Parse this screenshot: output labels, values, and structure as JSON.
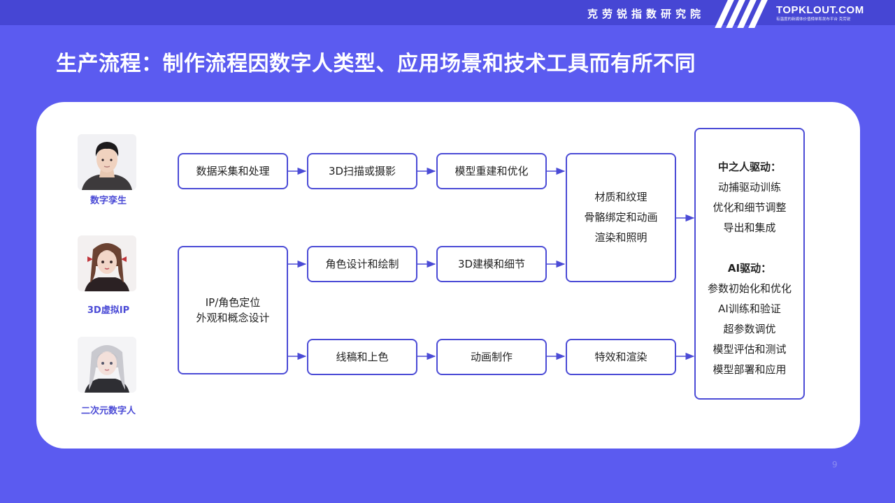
{
  "header": {
    "institute": "克劳锐指数研究院",
    "brand": "TOPKLOUT.COM",
    "brand_sub": "有温度的新媒体价值榜单和发布平台 克劳锐"
  },
  "title": "生产流程：制作流程因数字人类型、应用场景和技术工具而有所不同",
  "avatars": [
    {
      "label": "数字孪生"
    },
    {
      "label": "3D虚拟IP"
    },
    {
      "label": "二次元数字人"
    }
  ],
  "flow": {
    "row1": [
      "数据采集和处理",
      "3D扫描或摄影",
      "模型重建和优化"
    ],
    "ip_box": [
      "IP/角色定位",
      "外观和概念设计"
    ],
    "row2": [
      "角色设计和绘制",
      "3D建模和细节"
    ],
    "row3": [
      "线稿和上色",
      "动画制作",
      "特效和渲染"
    ],
    "material_box": [
      "材质和纹理",
      "骨骼绑定和动画",
      "渲染和照明"
    ]
  },
  "final": {
    "human_head": "中之人驱动：",
    "human_items": [
      "动捕驱动训练",
      "优化和细节调整",
      "导出和集成"
    ],
    "ai_head": "AI驱动：",
    "ai_items": [
      "参数初始化和优化",
      "AI训练和验证",
      "超参数调优",
      "模型评估和测试",
      "模型部署和应用"
    ]
  },
  "page_number": "9",
  "colors": {
    "background": "#5b5bf0",
    "topbar": "#4646d4",
    "accent": "#4b4bd6",
    "card": "#ffffff"
  }
}
